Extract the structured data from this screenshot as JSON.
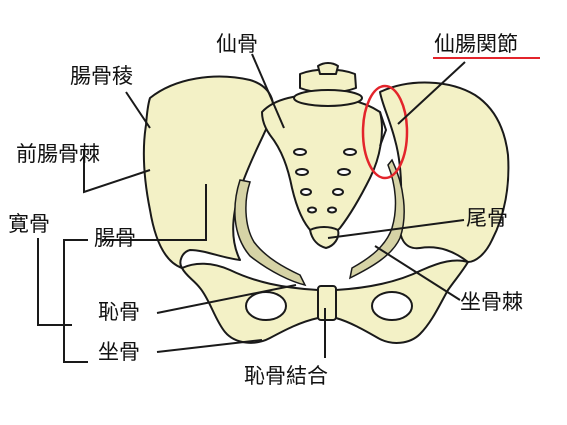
{
  "labels": {
    "sacrum": "仙骨",
    "sacroiliac_joint": "仙腸関節",
    "iliac_crest": "腸骨稜",
    "anterior_iliac_spine": "前腸骨棘",
    "hip_bone": "寛骨",
    "ilium": "腸骨",
    "pubis": "恥骨",
    "ischium": "坐骨",
    "coccyx": "尾骨",
    "ischial_spine": "坐骨棘",
    "pubic_symphysis": "恥骨結合"
  },
  "colors": {
    "bone_fill": "#f3f1c6",
    "bone_shadow": "#d6d3a6",
    "outline": "#1a1a1a",
    "highlight_circle": "#e3242b",
    "highlight_underline": "#e3242b"
  }
}
